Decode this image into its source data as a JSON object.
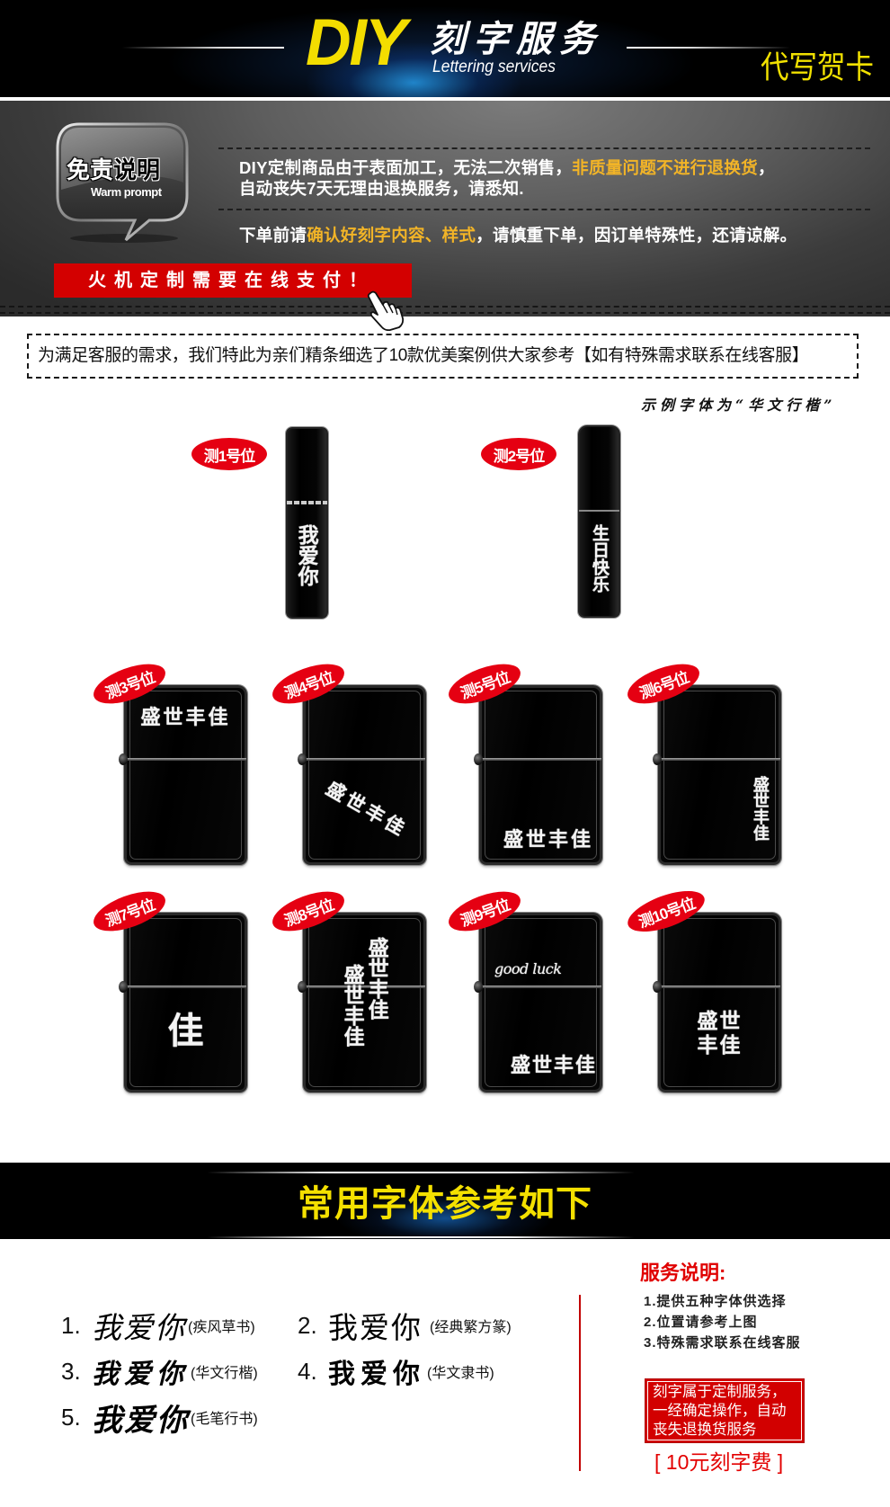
{
  "header": {
    "title_en": "DIY",
    "title_cn": "刻字服务",
    "subtitle": "Lettering services",
    "side_label": "代写贺卡"
  },
  "disclaimer": {
    "bubble_title_a": "免责",
    "bubble_title_b": "说明",
    "bubble_subtitle": "Warm prompt",
    "line1": {
      "normal": "DIY定制商品由于表面加工，无法二次销售，",
      "highlight": "非质量问题不进行退换货",
      "tail": "，"
    },
    "line2": "自动丧失7天无理由退换服务，请悉知.",
    "line3": {
      "pre": "下单前请",
      "highlight": "确认好刻字内容、样式",
      "post": "，请慎重下单，因订单特殊性，还请谅解。"
    },
    "pay_banner": "火机定制需要在线支付！",
    "cursor_icon": "hand-pointer-icon"
  },
  "notice": {
    "text": "为满足客服的需求，我们特此为亲们精条细选了10款优美案例供大家参考【如有特殊需求联系在线客服】",
    "font_note": "示例字体为“华文行楷”"
  },
  "examples": [
    {
      "badge": "测1号位",
      "engravings": [
        "我爱你"
      ]
    },
    {
      "badge": "测2号位",
      "engravings": [
        "生日快乐"
      ]
    },
    {
      "badge": "测3号位",
      "engravings": [
        "盛世丰佳"
      ]
    },
    {
      "badge": "测4号位",
      "engravings": [
        "盛世丰佳"
      ]
    },
    {
      "badge": "测5号位",
      "engravings": [
        "盛世丰佳"
      ]
    },
    {
      "badge": "测6号位",
      "engravings": [
        "盛世丰佳"
      ]
    },
    {
      "badge": "测7号位",
      "engravings": [
        "佳"
      ]
    },
    {
      "badge": "测8号位",
      "engravings": [
        "盛世丰佳",
        "盛世丰佳"
      ]
    },
    {
      "badge": "测9号位",
      "engravings": [
        "good luck",
        "盛世丰佳"
      ]
    },
    {
      "badge": "测10号位",
      "engravings": [
        "盛世",
        "丰佳"
      ]
    }
  ],
  "fonts_section": {
    "title": "常用字体参考如下",
    "items": [
      {
        "num": "1.",
        "sample": "我爱你",
        "name": "(疾风草书)"
      },
      {
        "num": "2.",
        "sample": "我爱你",
        "name": "(经典繁方篆)"
      },
      {
        "num": "3.",
        "sample": "我爱你",
        "name": "(华文行楷)"
      },
      {
        "num": "4.",
        "sample": "我爱你",
        "name": "(华文隶书)"
      },
      {
        "num": "5.",
        "sample": "我爱你",
        "name": "(毛笔行书)"
      }
    ]
  },
  "service": {
    "title": "服务说明:",
    "items": [
      "1.提供五种字体供选择",
      "2.位置请参考上图",
      "3.特殊需求联系在线客服"
    ],
    "warning": "刻字属于定制服务，一经确定操作，自动丧失退换货服务",
    "fee": "[ 10元刻字费 ]"
  },
  "colors": {
    "accent_yellow": "#f3dd00",
    "highlight_orange": "#f2b427",
    "brand_red": "#d30000",
    "badge_red": "#e50012"
  }
}
